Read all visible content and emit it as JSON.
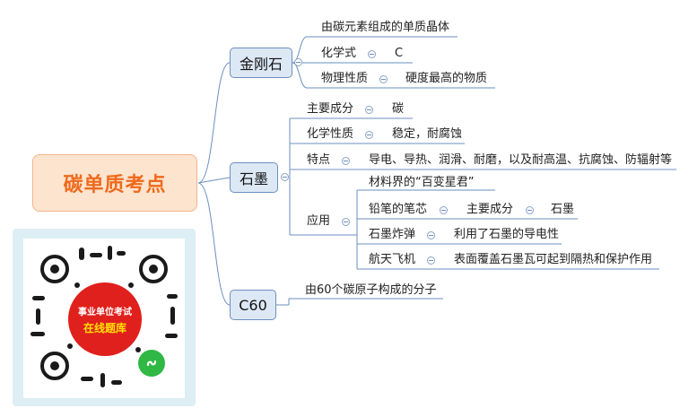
{
  "root": {
    "title": "碳单质考点"
  },
  "diamond": {
    "label": "金刚石",
    "desc": "由碳元素组成的单质晶体",
    "formula_key": "化学式",
    "formula_value": "C",
    "physical_key": "物理性质",
    "physical_value": "硬度最高的物质"
  },
  "graphite": {
    "label": "石墨",
    "main_comp_key": "主要成分",
    "main_comp_value": "碳",
    "chem_key": "化学性质",
    "chem_value": "稳定，耐腐蚀",
    "feature_key": "特点",
    "feature_value": "导电、导热、润滑、耐磨，以及耐高温、抗腐蚀、防辐射等",
    "app_key": "应用",
    "app_material": "材料界的“百变星君”",
    "pencil_key": "铅笔的笔芯",
    "pencil_sub_key": "主要成分",
    "pencil_sub_value": "石墨",
    "bomb_key": "石墨炸弹",
    "bomb_value": "利用了石墨的导电性",
    "space_key": "航天飞机",
    "space_value": "表面覆盖石墨瓦可起到隔热和保护作用"
  },
  "c60": {
    "label": "C60",
    "desc": "由60个碳原子构成的分子"
  },
  "qr": {
    "line1": "事业单位考试",
    "line2": "在线题库"
  },
  "colors": {
    "line": "#6b8fbe",
    "root_fill": "#fde4cf",
    "root_text": "#ef6a1c",
    "node_fill": "#dde8f5",
    "badge_red": "#e0201c",
    "badge_yellow": "#ffe000",
    "wechat_green": "#2fb844",
    "qr_panel": "#ddeef4"
  }
}
